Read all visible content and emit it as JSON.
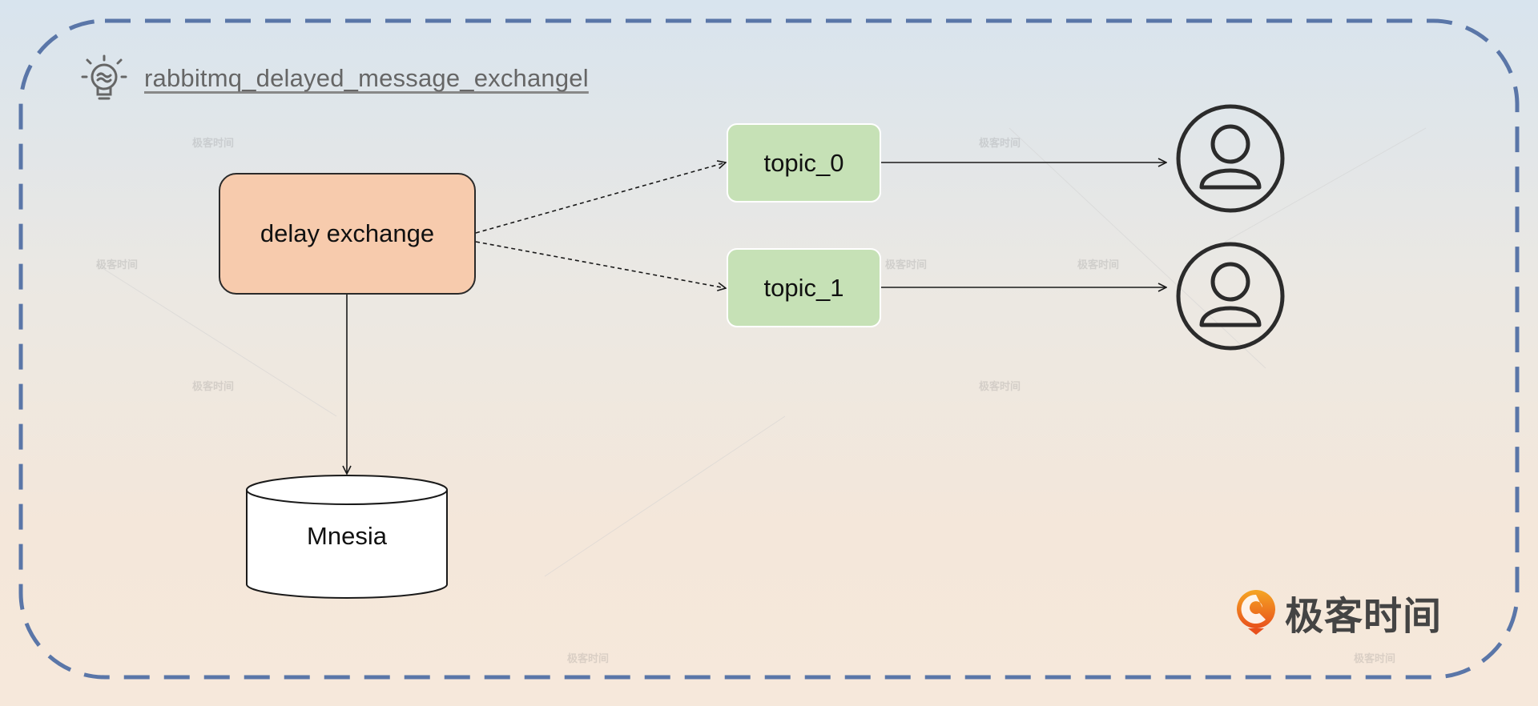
{
  "diagram": {
    "title": "rabbitmq_delayed_message_exchangel",
    "nodes": {
      "delay_exchange": "delay exchange",
      "topic_0": "topic_0",
      "topic_1": "topic_1",
      "mnesia": "Mnesia"
    },
    "consumers": [
      "user-icon",
      "user-icon"
    ]
  },
  "branding": {
    "logo_text": "极客时间",
    "watermark_text": "极客时间"
  },
  "colors": {
    "frame_dash": "#5a76a8",
    "exchange_fill": "#f7cbad",
    "topic_fill": "#c6e1b6"
  }
}
